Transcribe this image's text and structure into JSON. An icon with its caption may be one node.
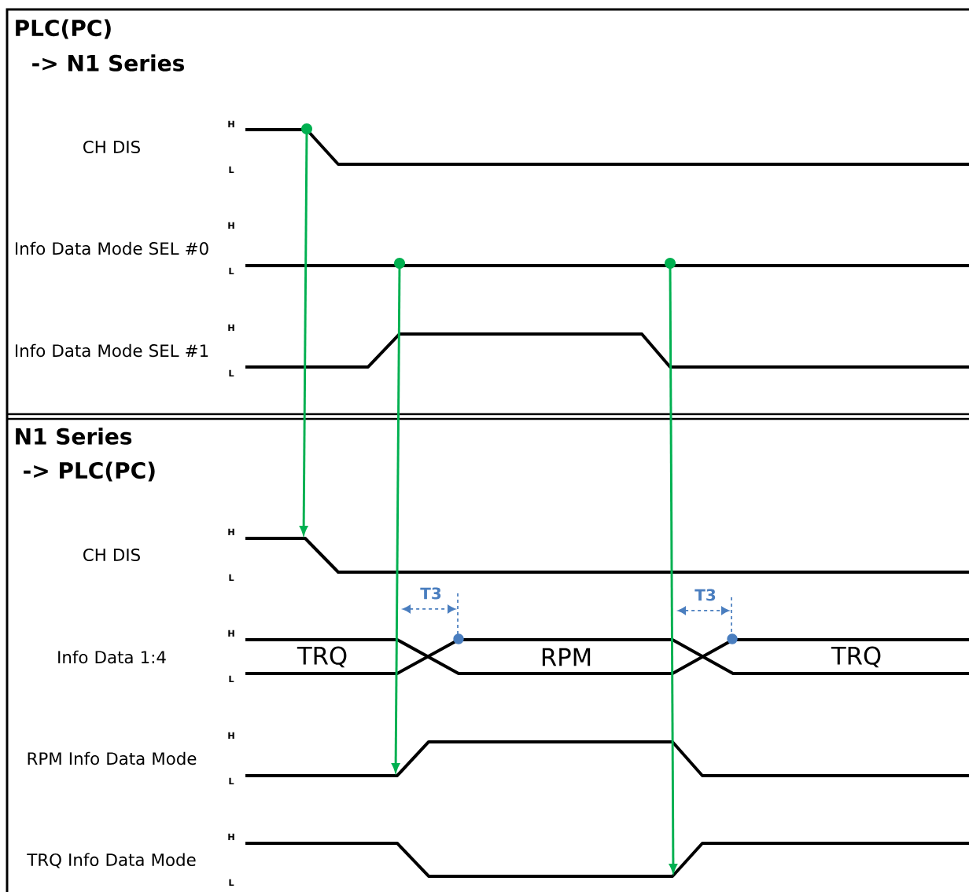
{
  "diagram": {
    "nodes": [
      {
        "text": [],
        "shape": "circle"
      },
      {
        "text": [],
        "shape": "circle"
      },
      {
        "text": [],
        "shape": "circle"
      }
    ],
    "edges": [
      {
        "from": 0,
        "to": null,
        "arrow": "to"
      },
      {
        "from": 1,
        "to": null,
        "arrow": "to"
      },
      {
        "from": 2,
        "to": null,
        "arrow": "to"
      }
    ],
    "labels": [
      "PLC(PC)",
      "-> N1 Series",
      "CH DIS",
      "H",
      "L",
      "Info Data Mode SEL #0",
      "H",
      "L",
      "Info Data Mode SEL #1",
      "H",
      "L",
      "N1 Series",
      "-> PLC(PC)",
      "CH DIS",
      "H",
      "L",
      "T3",
      "T3",
      "Info Data 1:4",
      "H",
      "TRQ",
      "RPM",
      "TRQ",
      "L",
      "RPM Info Data Mode",
      "H",
      "L",
      "TRQ Info Data Mode",
      "H",
      "L"
    ]
  }
}
